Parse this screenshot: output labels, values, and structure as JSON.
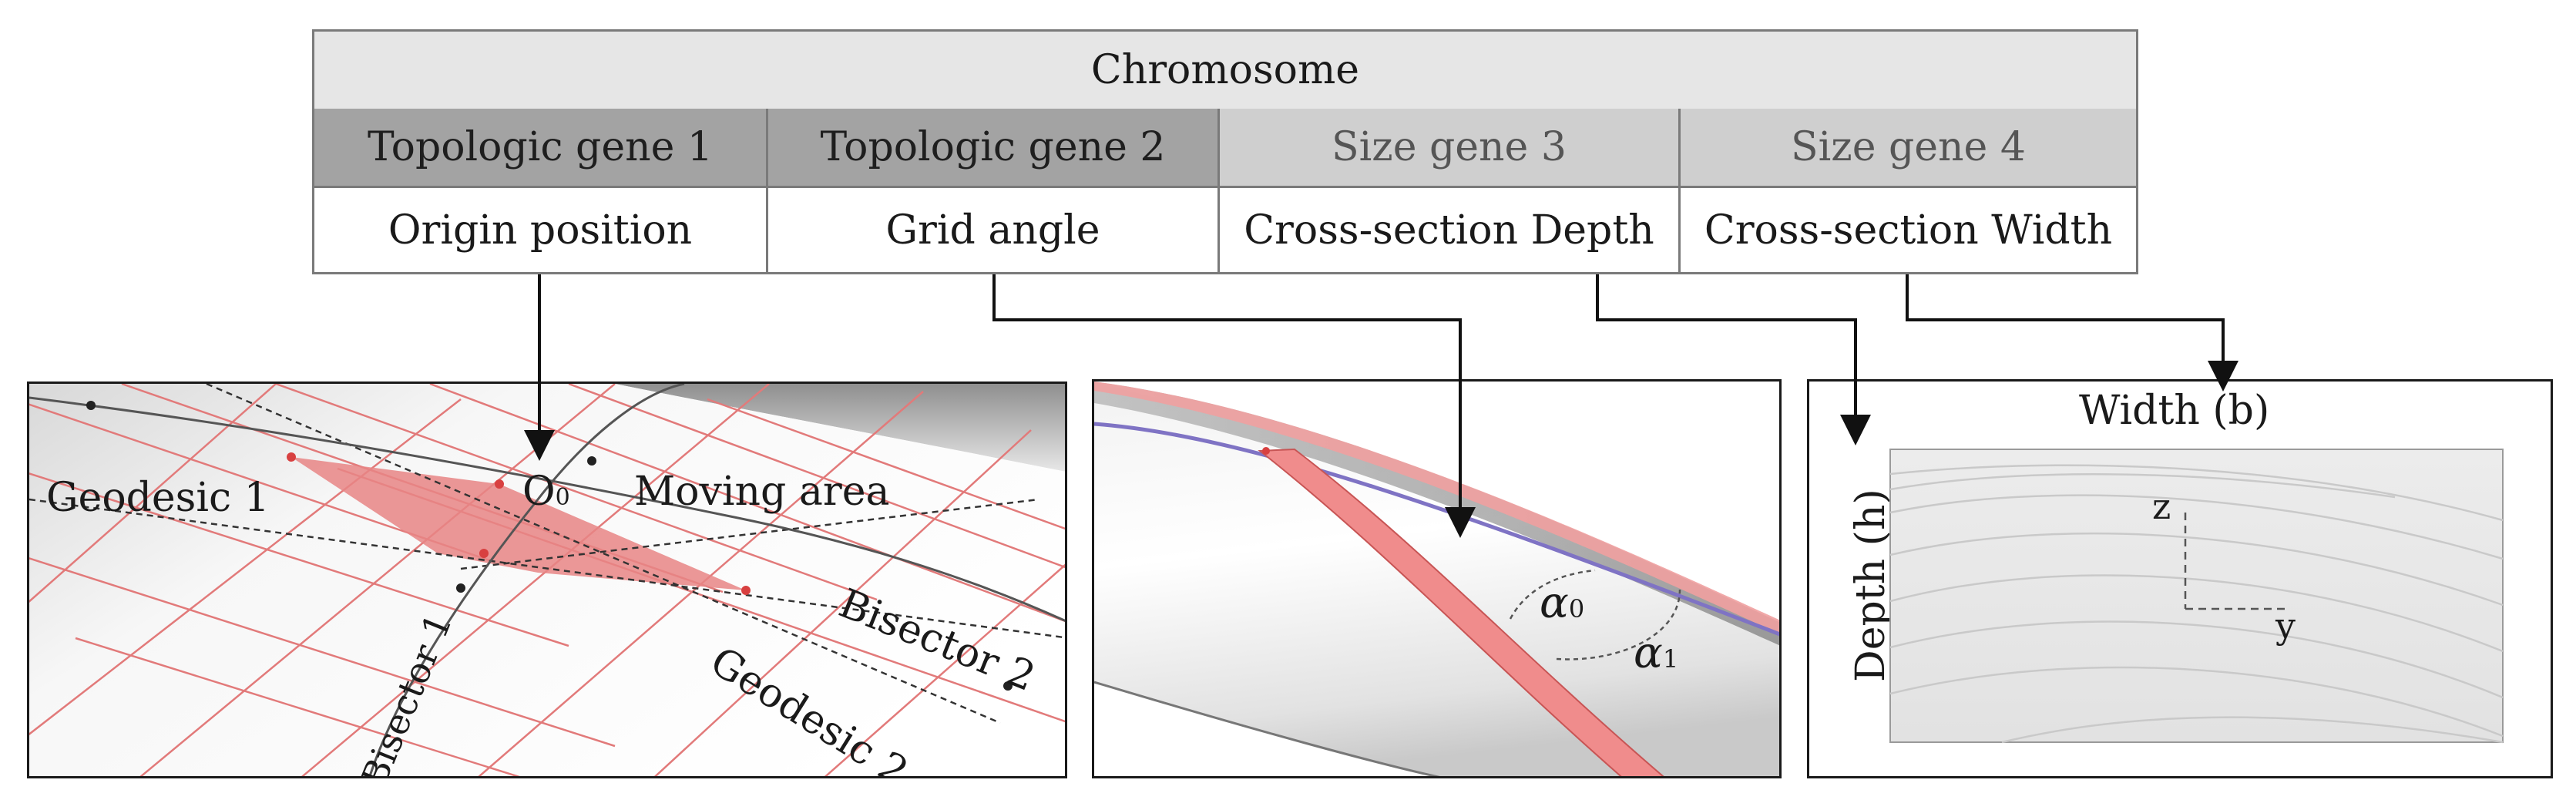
{
  "chromosome": {
    "title": "Chromosome",
    "genes": [
      {
        "name": "Topologic gene 1",
        "description": "Origin position",
        "kind": "topologic"
      },
      {
        "name": "Topologic gene 2",
        "description": "Grid angle",
        "kind": "topologic"
      },
      {
        "name": "Size gene 3",
        "description": "Cross-section Depth",
        "kind": "size"
      },
      {
        "name": "Size gene 4",
        "description": "Cross-section Width",
        "kind": "size"
      }
    ]
  },
  "panel_origin": {
    "labels": {
      "geodesic1": "Geodesic 1",
      "origin_main": "O",
      "origin_sub": "0",
      "moving_area": "Moving area",
      "bisector1": "Bisector 1",
      "bisector2": "Bisector 2",
      "geodesic2": "Geodesic 2"
    }
  },
  "panel_angle": {
    "labels": {
      "alpha0_main": "α",
      "alpha0_sub": "0",
      "alpha1_main": "α",
      "alpha1_sub": "1"
    }
  },
  "panel_section": {
    "labels": {
      "width": "Width (b)",
      "depth": "Depth (h)",
      "z": "z",
      "y": "y"
    }
  },
  "colors": {
    "grid_red": "#e06a6a",
    "moving_area_fill": "#e88585",
    "beam_fill": "#f08c8c",
    "border_gray": "#7a7a7a",
    "topologic_header": "#a3a3a3",
    "size_header": "#cfcfcf"
  }
}
